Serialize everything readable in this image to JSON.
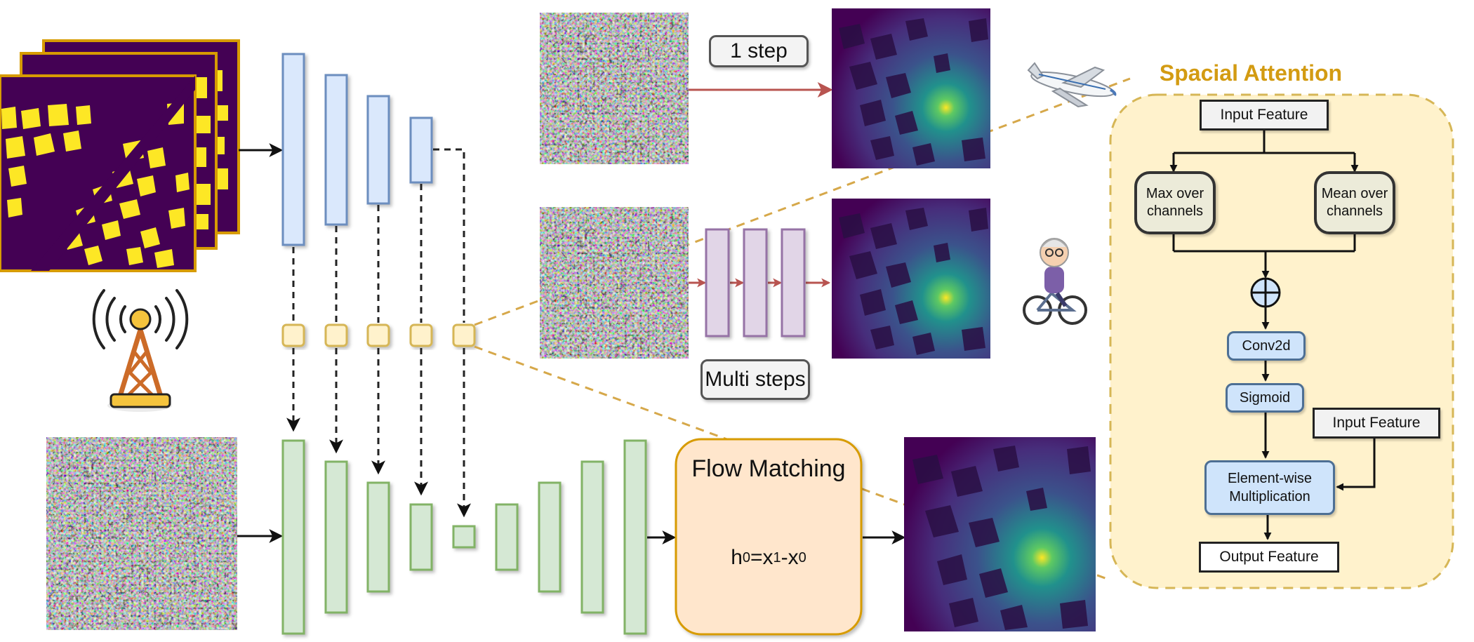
{
  "labels": {
    "one_step": "1 step",
    "multi_steps": "Multi steps",
    "flow_matching": "Flow Matching",
    "formula": {
      "h": "h",
      "h_sub": "0",
      "eq": "=x",
      "x1_sub": "1",
      "minus": "-x",
      "x0_sub": "0"
    }
  },
  "attention": {
    "title": "Spacial Attention",
    "input_feature": "Input Feature",
    "max_line1": "Max over",
    "max_line2": "channels",
    "mean_line1": "Mean over",
    "mean_line2": "channels",
    "conv2d": "Conv2d",
    "sigmoid": "Sigmoid",
    "input_feature_2": "Input Feature",
    "elementwise_line1": "Element-wise",
    "elementwise_line2": "Multiplication",
    "output_feature": "Output Feature"
  },
  "icons": [
    "building-map-icon",
    "radio-tower-icon",
    "noise-image-icon",
    "heatmap-icon",
    "airplane-icon",
    "cyclist-icon",
    "plus-circle-icon"
  ],
  "colors": {
    "encoder_fill": "#dae8fc",
    "encoder_stroke": "#6c8ebf",
    "decoder_fill": "#d5e8d4",
    "decoder_stroke": "#82b366",
    "skip_fill": "#fff2cc",
    "skip_stroke": "#d6b656",
    "step_fill": "#e1d5e7",
    "step_stroke": "#9673a6",
    "flow_fill": "#ffe6cc",
    "flow_stroke": "#d79b00",
    "attention_fill": "#fff2cc",
    "attention_stroke": "#d6b656",
    "red_arrow": "#b85450",
    "map_bg": "#440154",
    "map_buildings": "#fde725",
    "map_border": "#d79b00"
  }
}
